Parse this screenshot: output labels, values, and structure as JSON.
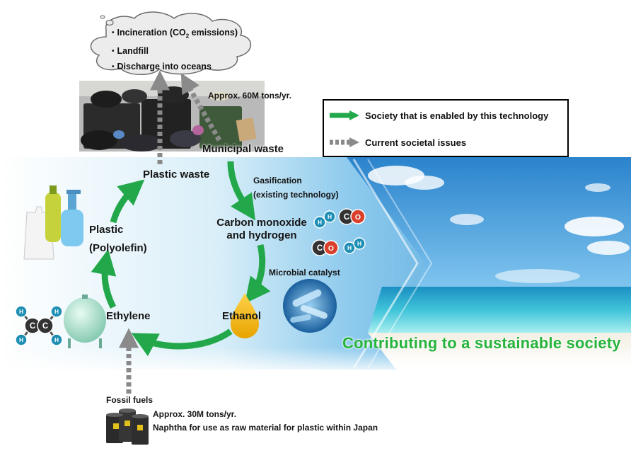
{
  "cloud": {
    "items": [
      "Incineration (CO",
      "Landfill",
      "Discharge into oceans"
    ],
    "co2_sub": "2",
    "co2_tail": " emissions)"
  },
  "waste_amount": "Approx. 60M tons/yr.",
  "legend": {
    "enabled": "Society that is enabled by this technology",
    "issues": "Current societal issues"
  },
  "nodes": {
    "municipal_waste": "Municipal waste",
    "plastic_waste": "Plastic waste",
    "gasification_1": "Gasification",
    "gasification_2": "(existing technology)",
    "co_h2_1": "Carbon monoxide",
    "co_h2_2": "and hydrogen",
    "microbial": "Microbial catalyst",
    "ethanol": "Ethanol",
    "ethylene": "Ethylene",
    "plastic_1": "Plastic",
    "plastic_2": "(Polyolefin)"
  },
  "fossil": {
    "title": "Fossil fuels",
    "amount": "Approx. 30M tons/yr.",
    "desc": "Naphtha for use as raw material for plastic within Japan"
  },
  "tagline": "Contributing to a sustainable society",
  "colors": {
    "accent_green": "#22a84a",
    "tagline_green": "#27b43c",
    "issue_gray": "#8a8a8a",
    "sky": "#3fa3df",
    "hydrogen": "#1e8fb4",
    "carbon": "#333333",
    "oxygen": "#d9402b"
  },
  "molecules": {
    "hydrogen": "H",
    "carbon": "C",
    "oxygen": "O"
  }
}
